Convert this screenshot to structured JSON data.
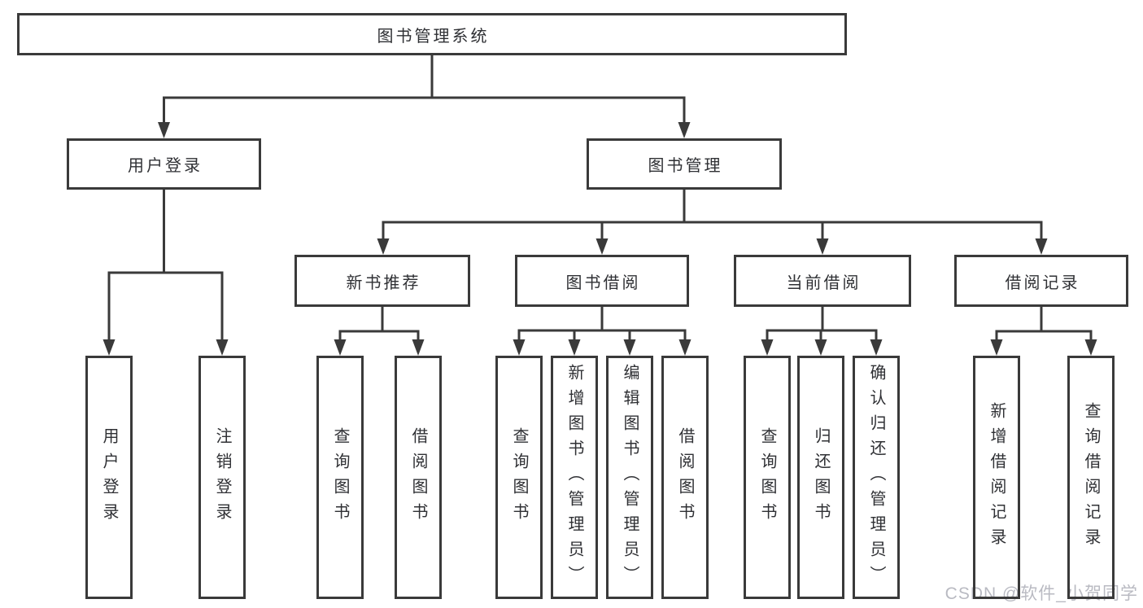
{
  "colors": {
    "line": "#3a3a3a",
    "node_border": "#3a3a3a",
    "text": "#2f3034",
    "watermark": "#b9bac2",
    "background": "#ffffff"
  },
  "watermark": {
    "text": "CSDN @软件_小贺同学"
  },
  "tree": {
    "root": {
      "label": "图书管理系统"
    },
    "branches": [
      {
        "label": "用户登录",
        "leaves": [
          "用户登录",
          "注销登录"
        ]
      },
      {
        "label": "图书管理",
        "groups": [
          {
            "label": "新书推荐",
            "leaves": [
              "查询图书",
              "借阅图书"
            ]
          },
          {
            "label": "图书借阅",
            "leaves": [
              "查询图书",
              "新增图书（管理员）",
              "编辑图书（管理员）",
              "借阅图书"
            ]
          },
          {
            "label": "当前借阅",
            "leaves": [
              "查询图书",
              "归还图书",
              "确认归还（管理员）"
            ]
          },
          {
            "label": "借阅记录",
            "leaves": [
              "新增借阅记录",
              "查询借阅记录"
            ]
          }
        ]
      }
    ]
  }
}
